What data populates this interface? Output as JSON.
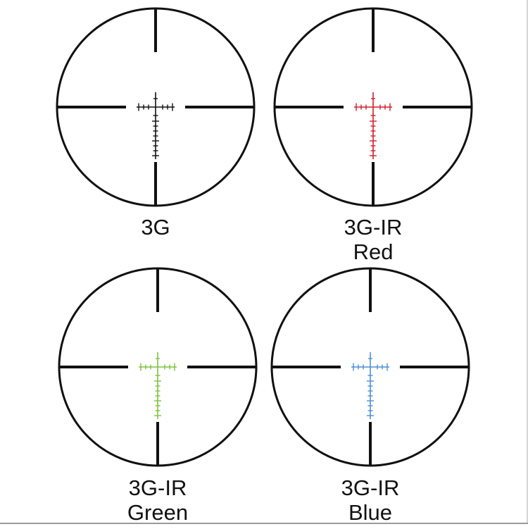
{
  "reticles": [
    {
      "id": "3g",
      "line1": "3G",
      "line2": "",
      "accent": "#111111"
    },
    {
      "id": "3g-ir-red",
      "line1": "3G-IR",
      "line2": "Red",
      "accent": "#d21f2b"
    },
    {
      "id": "3g-ir-green",
      "line1": "3G-IR",
      "line2": "Green",
      "accent": "#7ec242"
    },
    {
      "id": "3g-ir-blue",
      "line1": "3G-IR",
      "line2": "Blue",
      "accent": "#4f8fd6"
    }
  ]
}
